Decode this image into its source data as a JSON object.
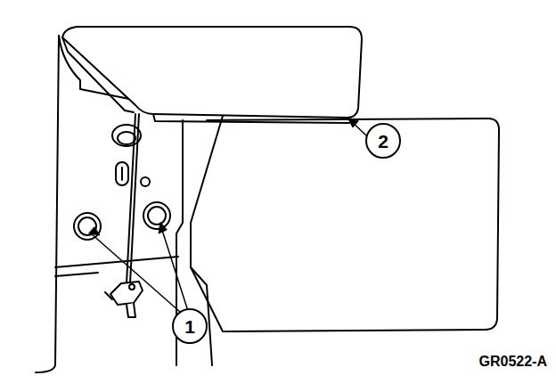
{
  "diagram": {
    "labels": [
      "1",
      "2",
      "GR0522-A"
    ]
  }
}
